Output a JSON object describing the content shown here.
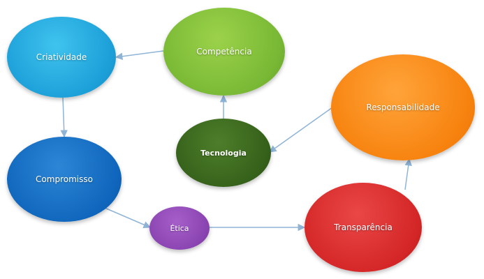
{
  "diagram": {
    "nodes": [
      {
        "id": "criatividade",
        "label": "Criatividade",
        "color": "#1c9fd8"
      },
      {
        "id": "competencia",
        "label": "Competência",
        "color": "#78b834"
      },
      {
        "id": "tecnologia",
        "label": "Tecnologia",
        "color": "#35611a"
      },
      {
        "id": "responsabilidade",
        "label": "Responsabilidade",
        "color": "#f7820e"
      },
      {
        "id": "compromisso",
        "label": "Compromisso",
        "color": "#0f66bc"
      },
      {
        "id": "etica",
        "label": "Ética",
        "color": "#8a44b1"
      },
      {
        "id": "transparencia",
        "label": "Transparência",
        "color": "#d42626"
      }
    ],
    "edges": [
      {
        "from": "competencia",
        "to": "criatividade"
      },
      {
        "from": "criatividade",
        "to": "compromisso"
      },
      {
        "from": "compromisso",
        "to": "etica"
      },
      {
        "from": "etica",
        "to": "transparencia"
      },
      {
        "from": "transparencia",
        "to": "responsabilidade"
      },
      {
        "from": "responsabilidade",
        "to": "tecnologia"
      },
      {
        "from": "tecnologia",
        "to": "competencia"
      }
    ],
    "arrow_color": "#8fb4d6"
  }
}
